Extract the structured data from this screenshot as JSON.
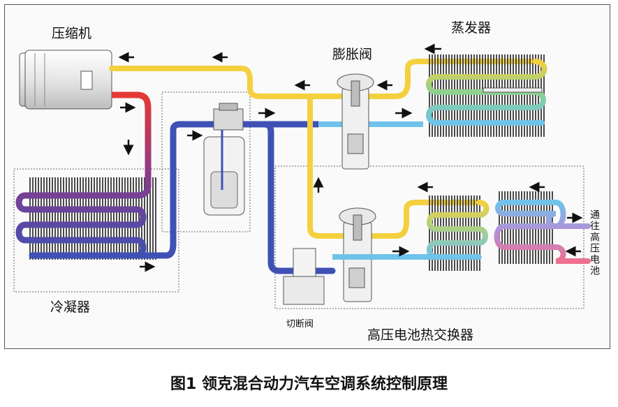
{
  "labels": {
    "compressor": "压缩机",
    "evaporator": "蒸发器",
    "expansion_valve": "膨胀阀",
    "condenser": "冷凝器",
    "shutoff_valve": "切断阀",
    "battery_hx": "高压电池热交换器",
    "to_battery": "通往高压电池"
  },
  "caption": "图1 领克混合动力汽车空调系统控制原理",
  "colors": {
    "hot_gas": "#e53935",
    "cold_liquid": "#3f51b5",
    "suction": "#f4d03f",
    "cold_out": "#6fc3ea",
    "coolant_warm": "#ef6f8f",
    "fins": "#555555"
  }
}
